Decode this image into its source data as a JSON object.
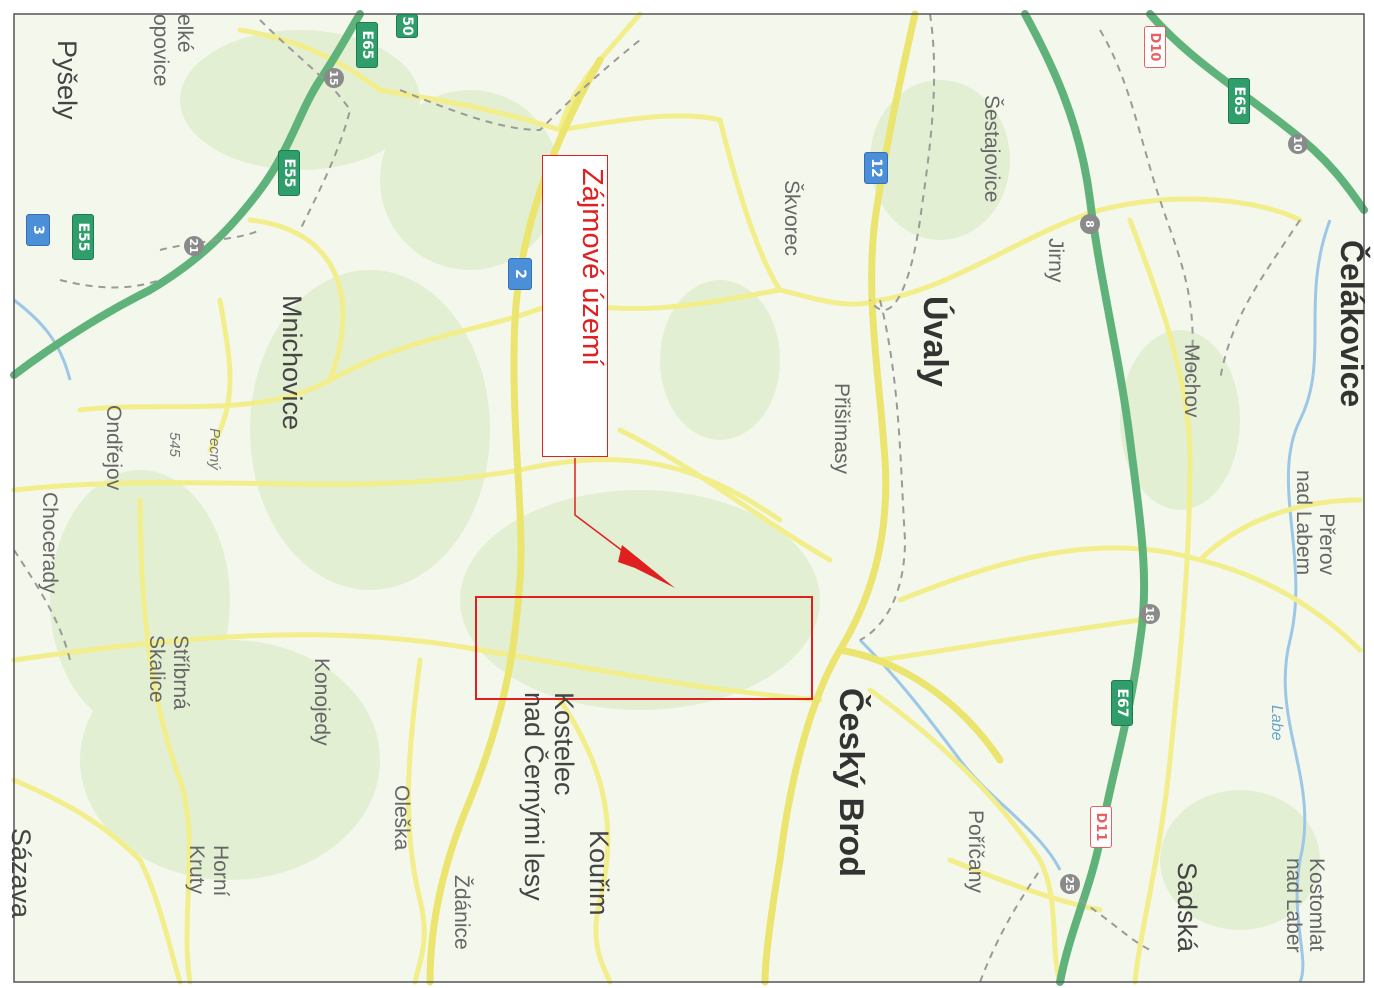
{
  "map": {
    "callout_label": "Zájmové území",
    "colors": {
      "background": "#f4f7ec",
      "forest": "#e3efd2",
      "road_main": "#f3ee8c",
      "road_outline": "#d9d27a",
      "motorway": "#5fb37a",
      "river": "#9cc7e6",
      "accent": "#e02020"
    },
    "towns": {
      "pysely": "Pyšely",
      "velke_popovice": "elké\nopovice",
      "mnichovice": "Mnichovice",
      "ondrejov": "Ondřejov",
      "pecny": "Pecný",
      "pecny_height": "545",
      "chocerady": "Choceradу",
      "stribrna_skalice": "Stříbrná\nSkalice",
      "konojedy": "Konojedy",
      "oleska": "Oleška",
      "horni_kruty": "Horní\nKruty",
      "sazava": "Sázava",
      "skvorec": "Škvorec",
      "sestajovice": "Šestajovice",
      "jirny": "Jirny",
      "uvaly": "Úvaly",
      "prisimasy": "Přišimasy",
      "mochov": "Mochov",
      "celakovice": "Čelákovice",
      "prerov": "Přerov\nnad Labem",
      "labe": "Labe",
      "cesky_brod": "Český Brod",
      "poricany": "Poříčany",
      "kostelec": "Kostelec\nnad Černými lesy",
      "kourim": "Kouřim",
      "zdanice": "Ždánice",
      "sadska": "Sadská",
      "kostomlaty": "Kostomlat\nnad Laber"
    },
    "roads": {
      "e65_top": "E65",
      "e65_right": "E65",
      "e55_a": "E55",
      "e55_b": "E55",
      "e67": "E67",
      "r2": "2",
      "r3": "3",
      "r12": "12",
      "d10": "D10",
      "d11": "D11",
      "j15": "15",
      "j21": "21",
      "j10": "10",
      "j8": "8",
      "j18": "18",
      "j25": "25",
      "r50": "50"
    }
  }
}
